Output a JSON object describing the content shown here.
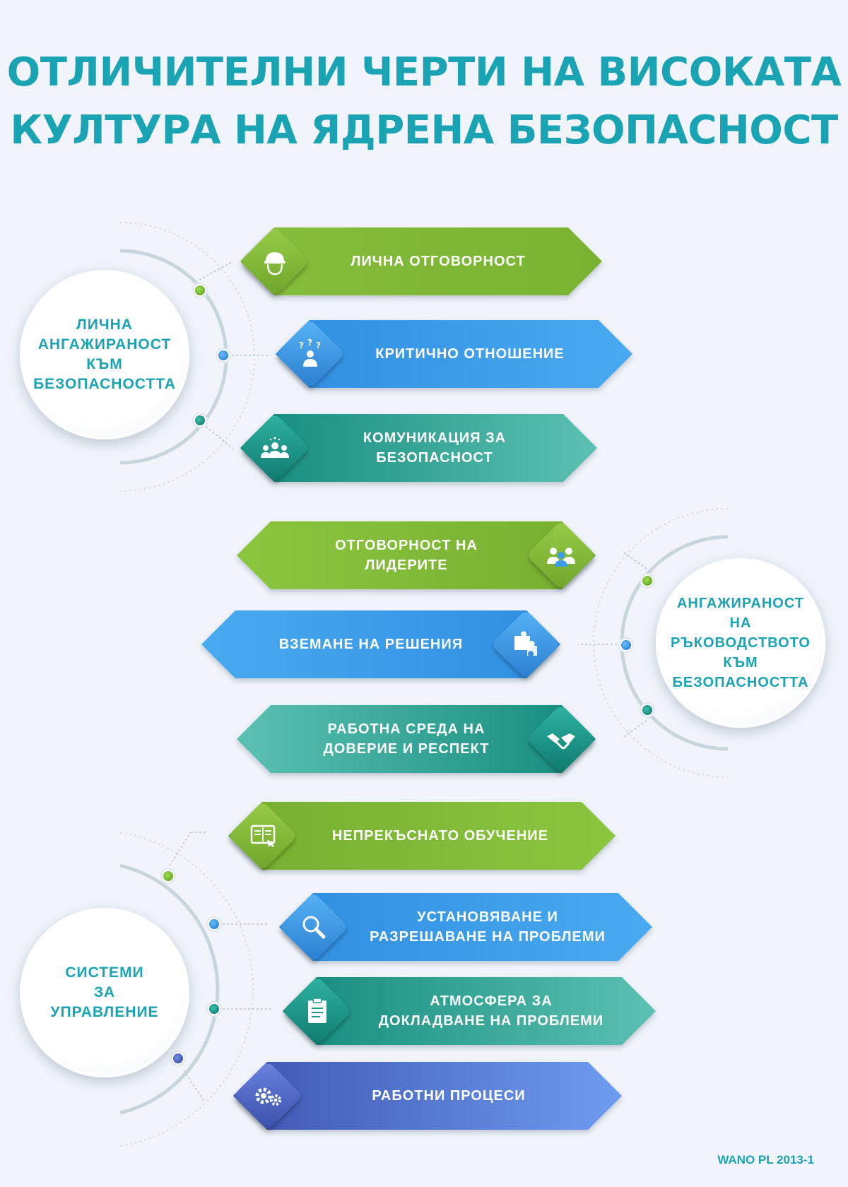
{
  "title": {
    "line1": "ОТЛИЧИТЕЛНИ ЧЕРТИ НА ВИСОКАТА",
    "line2": "КУЛТУРА НА ЯДРЕНА БЕЗОПАСНОСТ"
  },
  "groups": [
    {
      "label": "ЛИЧНА\nАНГАЖИРАНОСТ\nКЪМ\nБЕЗОПАСНОСТТА",
      "items": [
        {
          "label": "ЛИЧНА ОТГОВОРНОСТ",
          "icon": "hard-hat-icon"
        },
        {
          "label": "КРИТИЧНО ОТНОШЕНИЕ",
          "icon": "question-person-icon"
        },
        {
          "label": "КОМУНИКАЦИЯ ЗА\nБЕЗОПАСНОСТ",
          "icon": "group-people-icon"
        }
      ]
    },
    {
      "label": "АНГАЖИРАНОСТ\nНА\nРЪКОВОДСТВОТО\nКЪМ\nБЕЗОПАСНОСТТА",
      "items": [
        {
          "label": "ОТГОВОРНОСТ НА\nЛИДЕРИТЕ",
          "icon": "leader-group-icon"
        },
        {
          "label": "ВЗЕМАНЕ НА РЕШЕНИЯ",
          "icon": "puzzle-icon"
        },
        {
          "label": "РАБОТНА СРЕДА НА\nДОВЕРИЕ И РЕСПЕКТ",
          "icon": "handshake-icon"
        }
      ]
    },
    {
      "label": "СИСТЕМИ\nЗА\nУПРАВЛЕНИЕ",
      "items": [
        {
          "label": "НЕПРЕКЪСНАТО ОБУЧЕНИЕ",
          "icon": "book-icon"
        },
        {
          "label": "УСТАНОВЯВАНЕ И\nРАЗРЕШАВАНЕ НА ПРОБЛЕМИ",
          "icon": "magnifier-icon"
        },
        {
          "label": "АТМОСФЕРА ЗА\nДОКЛАДВАНЕ НА ПРОБЛЕМИ",
          "icon": "clipboard-icon"
        },
        {
          "label": "РАБОТНИ ПРОЦЕСИ",
          "icon": "gears-icon"
        }
      ]
    }
  ],
  "colors": {
    "title": "#1aa3b3",
    "green": "#8cc63f",
    "blue": "#3a9ee8",
    "teal": "#1f9e8e",
    "indigo": "#4a66c8",
    "arc": "#c7d4dc"
  },
  "footer": "WANO PL 2013-1"
}
